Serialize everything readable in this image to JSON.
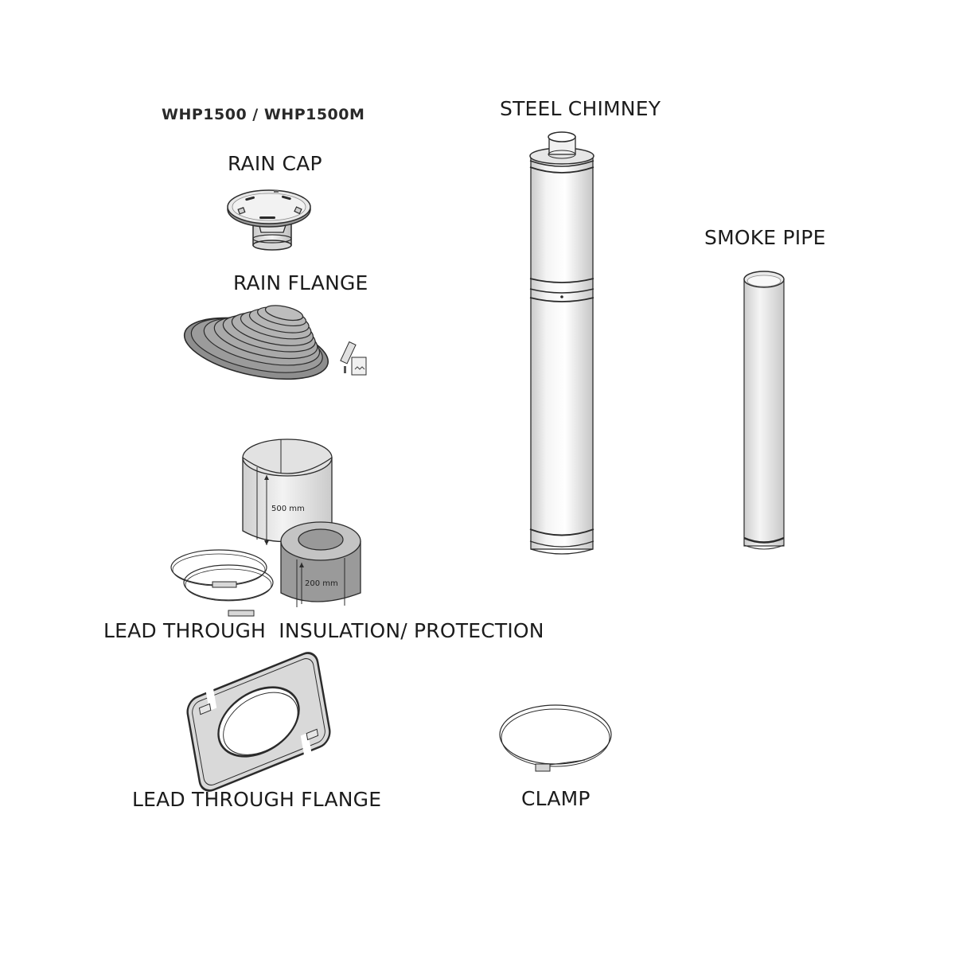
{
  "diagram": {
    "model_title": "WHP1500 / WHP1500M",
    "components": [
      {
        "id": "rain-cap",
        "label": "RAIN CAP"
      },
      {
        "id": "rain-flange",
        "label": "RAIN FLANGE"
      },
      {
        "id": "lead-through-insulation",
        "label": "LEAD THROUGH  INSULATION/ PROTECTION",
        "dimensions": {
          "sleeve_height": "500 mm",
          "insulation_height": "200 mm"
        }
      },
      {
        "id": "lead-through-flange",
        "label": "LEAD THROUGH FLANGE"
      },
      {
        "id": "steel-chimney",
        "label": "STEEL CHIMNEY"
      },
      {
        "id": "smoke-pipe",
        "label": "SMOKE PIPE"
      },
      {
        "id": "clamp",
        "label": "CLAMP"
      }
    ],
    "colors": {
      "background": "#ffffff",
      "line": "#2b2b2b",
      "metal_light": "#ececec",
      "metal_mid": "#d2d2d2",
      "rubber": "#8e8e8e",
      "insulation": "#9a9a9a"
    }
  }
}
